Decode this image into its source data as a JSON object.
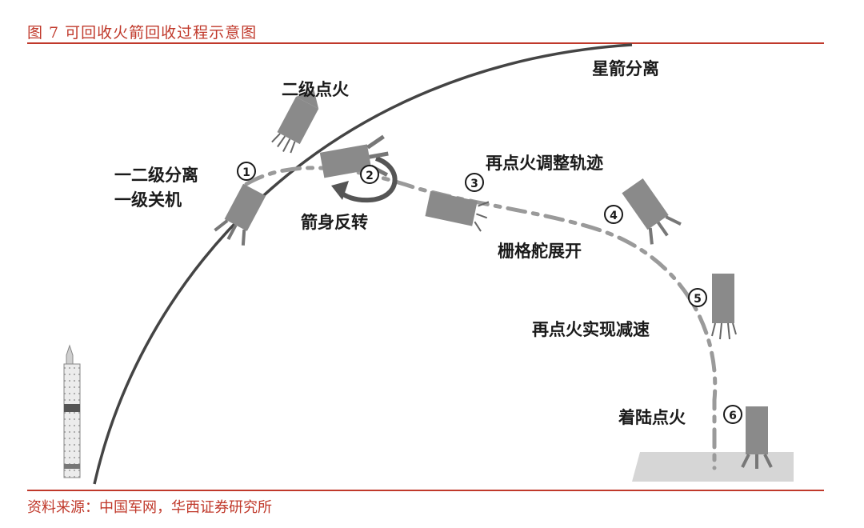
{
  "figure": {
    "title": "图 7  可回收火箭回收过程示意图",
    "source": "资料来源：中国军网，华西证券研究所"
  },
  "colors": {
    "accent": "#c0392b",
    "rocket": "#8a8a8a",
    "trajectory": "#9a9a9a",
    "ground": "#d6d6d6"
  },
  "labels": {
    "separation_payload": "星箭分离",
    "second_ignition": "二级点火",
    "stage_separation": "一二级分离",
    "first_stage_cutoff": "一级关机",
    "body_flip": "箭身反转",
    "reignite_adjust": "再点火调整轨迹",
    "grid_fins_deploy": "栅格舵展开",
    "reignite_decelerate": "再点火实现减速",
    "landing_ignition": "着陆点火"
  },
  "steps": [
    {
      "number": "1"
    },
    {
      "number": "2"
    },
    {
      "number": "3"
    },
    {
      "number": "4"
    },
    {
      "number": "5"
    },
    {
      "number": "6"
    }
  ]
}
